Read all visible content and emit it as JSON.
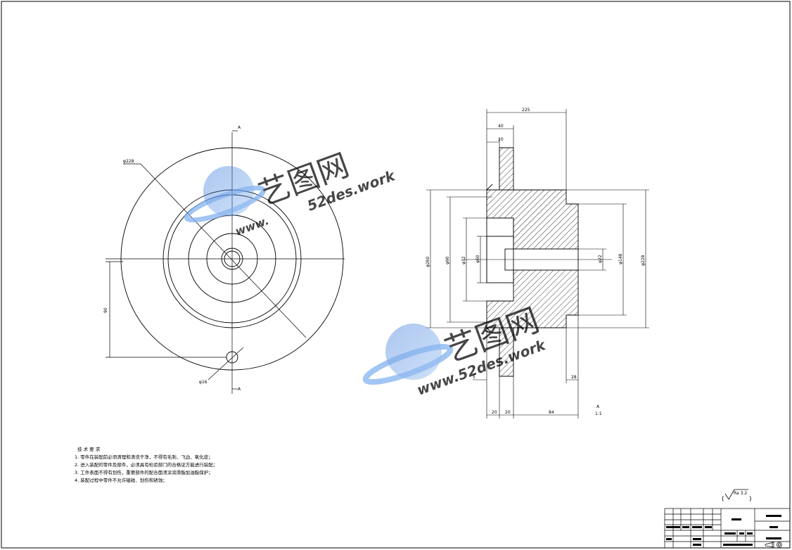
{
  "drawing": {
    "front_view": {
      "section_mark_top": "A",
      "section_mark_bottom": "A",
      "dim_bolt_circle": "φ228",
      "dim_hole_dia": "φ16",
      "dim_hole_offset": "90"
    },
    "section_view": {
      "section_label": "A",
      "section_label_sub": "1:1",
      "dim_overall_width": "225",
      "dim_flange_width": "40",
      "dim_hub_width": "20",
      "dim_dia_outer": "φ260",
      "dim_dia_boss": "φ90",
      "dim_dia_recess": "φ32",
      "dim_bore": "φ60",
      "dim_keyway": "φ22",
      "dim_dia_step": "φ148",
      "dim_dia_tooth": "φ228",
      "dim_bottom_left": "20",
      "dim_bottom_mid": "20",
      "dim_bottom_right": "84",
      "dim_chamfer_left": "5",
      "dim_chamfer_right": "28"
    },
    "surface_finish": "Ra 3.2",
    "technical_requirements": {
      "title": "技 术 要 求",
      "items": [
        "1. 零件在装配前必须清理和清洗干净，不得有毛刺、飞边、氧化皮；",
        "2. 进入装配的零件及部件，必须具有检验部门的合格证方能进行装配；",
        "3. 工件表面不得有划伤，重要部件的配合面须涂润滑脂加油脂保护；",
        "4. 装配过程中零件不允许磕碰、划伤和锈蚀；"
      ]
    },
    "watermark": {
      "brand": "艺图网",
      "url_top": "52des.work",
      "url_bottom": "www.52des.work",
      "url_prefix": "www."
    }
  }
}
